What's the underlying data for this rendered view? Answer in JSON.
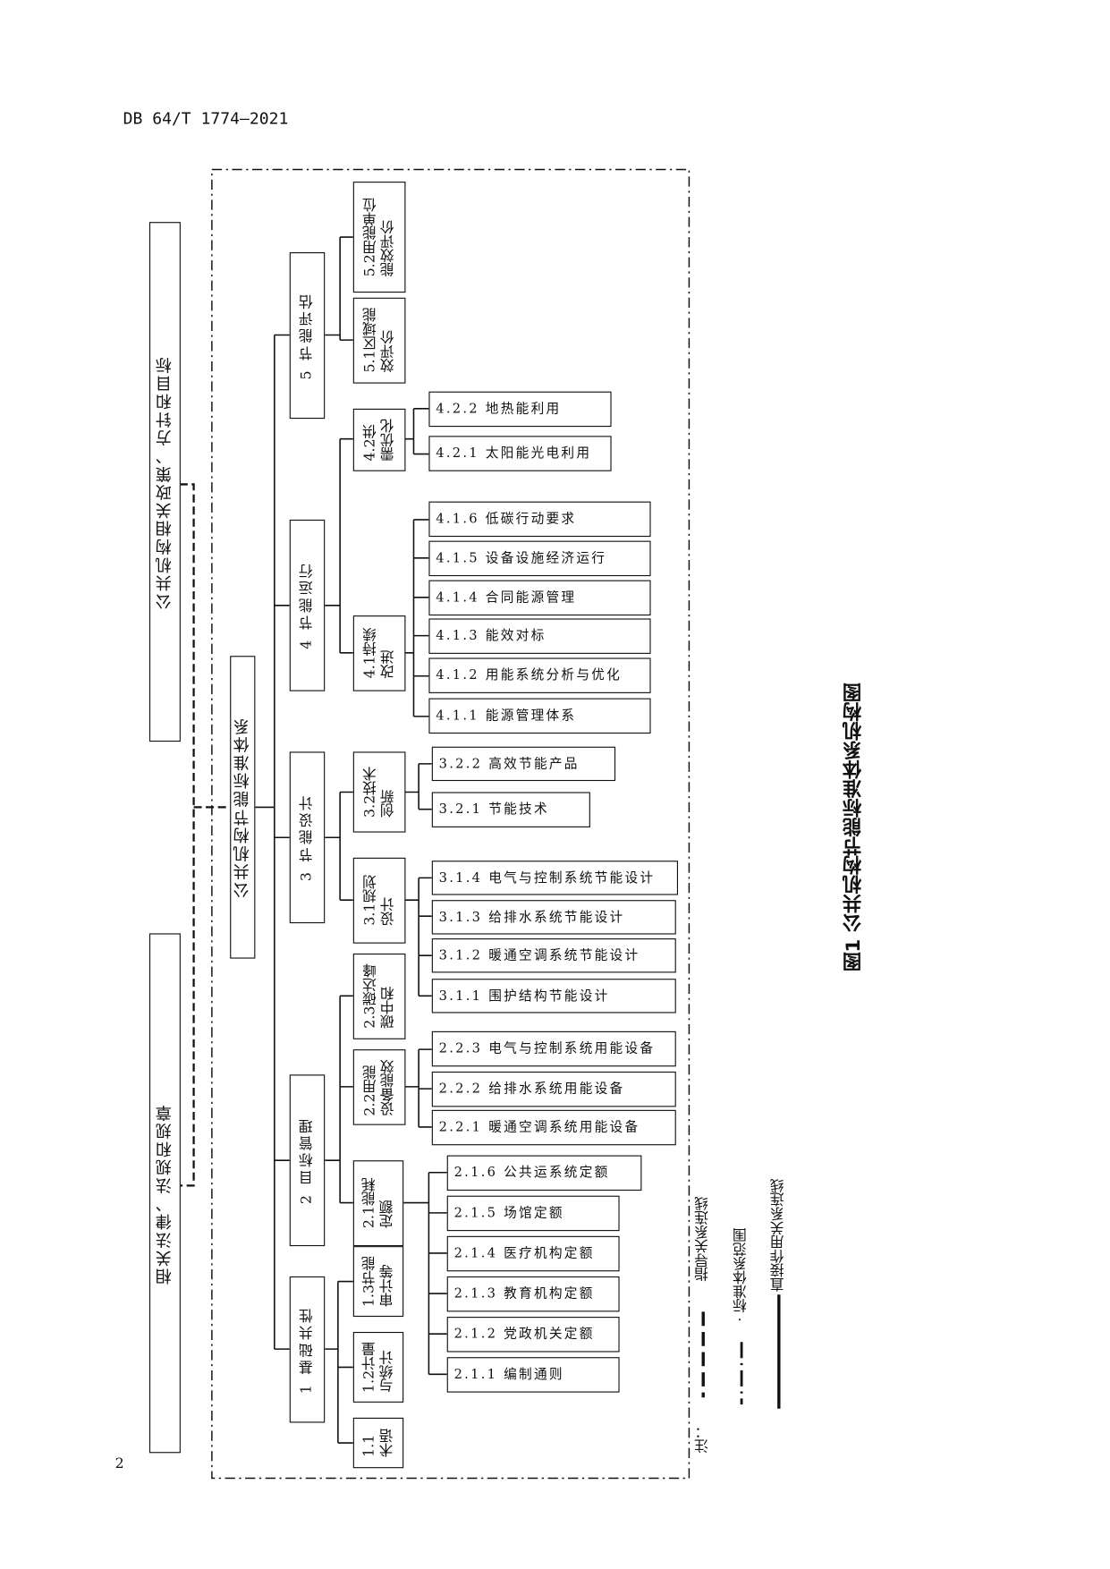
{
  "header": {
    "doc_code": "DB 64/T 1774—2021"
  },
  "page_number": "2",
  "diagram": {
    "laws": "相关法律、法规和规章",
    "policy": "公共机构相关政策、方针和目标",
    "root": "公共机构节能标准体系",
    "level1": [
      "1  基础共性",
      "2  目标管理",
      "3  节能设计",
      "4  节能运行",
      "5  节能评估"
    ],
    "level2": {
      "1_1": "1.1\n术语",
      "1_2": "1.2计量\n与统计",
      "1_3": "1.3节能\n审计等",
      "2_1": "2.1能耗\n定额",
      "2_2": "2.2用能\n设备能效",
      "2_3": "2.3碳达峰\n碳中和",
      "3_1": "3.1规划\n设计",
      "3_2": "3.2技术\n创新",
      "4_1": "4.1持续\n改进",
      "4_2": "4.2供\n需优化",
      "5_1": "5.1区域能\n效评价",
      "5_2": "5.2用能单位\n能效评价"
    },
    "level3": {
      "2_1": [
        "2.1.1 编制通则",
        "2.1.2 党政机关定额",
        "2.1.3 教育机构定额",
        "2.1.4 医疗机构定额",
        "2.1.5 场馆定额",
        "2.1.6 公共运系统定额"
      ],
      "2_2": [
        "2.2.1 暖通空调系统用能设备",
        "2.2.2 给排水系统用能设备",
        "2.2.3 电气与控制系统用能设备"
      ],
      "3_1": [
        "3.1.1 围护结构节能设计",
        "3.1.2 暖通空调系统节能设计",
        "3.1.3 给排水系统节能设计",
        "3.1.4 电气与控制系统节能设计"
      ],
      "3_2": [
        "3.2.1 节能技术",
        "3.2.2 高效节能产品"
      ],
      "4_1": [
        "4.1.1 能源管理体系",
        "4.1.2 用能系统分析与优化",
        "4.1.3 能效对标",
        "4.1.4 合同能源管理",
        "4.1.5 设备设施经济运行",
        "4.1.6 低碳行动要求"
      ],
      "4_2": [
        "4.2.1 太阳能光电利用",
        "4.2.2 地热能利用"
      ]
    }
  },
  "legend": {
    "note": "注：",
    "guide": "指导关系连线",
    "scope": "· 标准体系范围",
    "direct": "直接作用关系连线"
  },
  "caption": "图1  公共机构节能标准体系机构图"
}
